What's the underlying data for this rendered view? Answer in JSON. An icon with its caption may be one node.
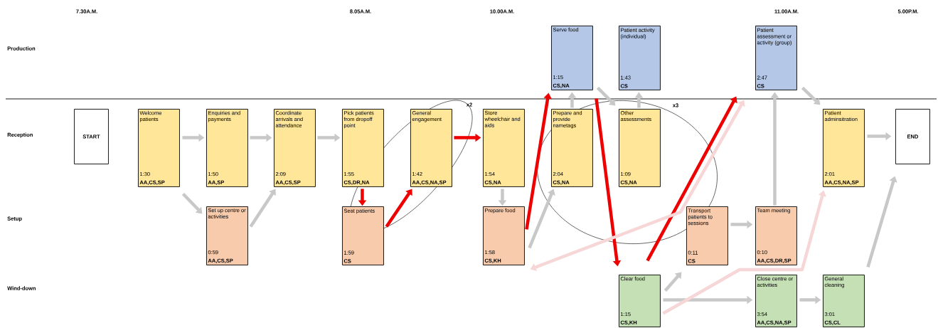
{
  "diagram": {
    "nodes": [
      {
        "text": [
          "START"
        ]
      },
      {
        "text": [
          "Welcome patients",
          "1:30",
          "AA,CS,SP"
        ]
      },
      {
        "text": [
          "Enquiries and payments",
          "1:50",
          "AA,SP"
        ]
      },
      {
        "text": [
          "Coordinate arrivals and attendance",
          "2:09",
          "AA,CS,SP"
        ]
      },
      {
        "text": [
          "Pick patients from dropoff point",
          "1:55",
          "CS,DR,NA"
        ]
      },
      {
        "text": [
          "General engagement",
          "1:42",
          "AA,CS,NA,SP"
        ]
      },
      {
        "text": [
          "Store wheelchair and aids",
          "1:54",
          "CS,NA"
        ]
      },
      {
        "text": [
          "Serve food",
          "1:15",
          "CS,NA"
        ]
      },
      {
        "text": [
          "Patient activity (individual)",
          "1:43",
          "CS"
        ]
      },
      {
        "text": [
          "Patient assessment or activity (group)",
          "2:47",
          "CS"
        ]
      },
      {
        "text": [
          "Prepare and provide nametags",
          "2:04",
          "CS,NA"
        ]
      },
      {
        "text": [
          "Other assessments",
          "1:09",
          "CS,NA"
        ]
      },
      {
        "text": [
          "Patient adminsitration",
          "2:01",
          "AA,CS,NA,SP"
        ]
      },
      {
        "text": [
          "END"
        ]
      },
      {
        "text": [
          "Set up centre or activities",
          "0:59",
          "AA,CS,SP"
        ]
      },
      {
        "text": [
          "Seat patients",
          "1:59",
          "CS"
        ]
      },
      {
        "text": [
          "Prepare food",
          "1:58",
          "CS,KH"
        ]
      },
      {
        "text": [
          "Transport patients to sessions",
          "0:11",
          "CS"
        ]
      },
      {
        "text": [
          "Team meeting",
          "0:10",
          "AA,CS,DR,SP"
        ]
      },
      {
        "text": [
          "Clear food",
          "1:15",
          "CS,KH"
        ]
      },
      {
        "text": [
          "Close centre or activities",
          "3:54",
          "AA,CS,NA,SP"
        ]
      },
      {
        "text": [
          "General cleaning",
          "3:01",
          "CS,CL"
        ]
      }
    ],
    "edges": [
      {
        "from": 1,
        "to": 2,
        "arrow": "to"
      },
      {
        "from": 2,
        "to": 3,
        "arrow": "to"
      },
      {
        "from": 3,
        "to": 4,
        "arrow": "to"
      },
      {
        "from": 1,
        "to": 14,
        "arrow": "to"
      },
      {
        "from": 14,
        "to": 3,
        "arrow": "to"
      },
      {
        "from": 4,
        "to": 15,
        "arrow": "to",
        "color": "#ee0000"
      },
      {
        "from": 15,
        "to": 5,
        "arrow": "to",
        "color": "#ee0000"
      },
      {
        "from": 5,
        "to": 6,
        "arrow": "to",
        "color": "#ee0000"
      },
      {
        "from": 6,
        "to": 16,
        "arrow": "to"
      },
      {
        "from": 16,
        "to": 10,
        "arrow": "to"
      },
      {
        "from": 16,
        "to": 7,
        "arrow": "to",
        "color": "#ee0000"
      },
      {
        "from": 10,
        "to": 7,
        "arrow": "to"
      },
      {
        "from": 7,
        "to": 11,
        "arrow": "to"
      },
      {
        "from": 7,
        "to": 19,
        "arrow": "to",
        "color": "#ee0000"
      },
      {
        "from": 11,
        "to": 8,
        "arrow": "to"
      },
      {
        "from": 19,
        "to": 9,
        "arrow": "to",
        "color": "#ee0000"
      },
      {
        "from": 16,
        "to": 9,
        "arrow": "both",
        "color": "#f6d6d6"
      },
      {
        "from": 19,
        "to": 17,
        "arrow": "to"
      },
      {
        "from": 19,
        "to": 20,
        "arrow": "to"
      },
      {
        "from": 19,
        "to": 12,
        "arrow": "to",
        "color": "#f6d6d6"
      },
      {
        "from": 17,
        "to": 18,
        "arrow": "to"
      },
      {
        "from": 18,
        "to": 9,
        "arrow": "to"
      },
      {
        "from": 9,
        "to": 12,
        "arrow": "to"
      },
      {
        "from": 12,
        "to": 13,
        "arrow": "to"
      },
      {
        "from": 20,
        "to": 21,
        "arrow": "to"
      },
      {
        "from": 21,
        "to": 13,
        "arrow": "to"
      }
    ],
    "labels": [
      "7.30A.M.",
      "8.05A.M.",
      "10.00A.M.",
      "11.00A.M.",
      "5.00P.M.",
      "Production",
      "x2",
      "x3",
      "Reception",
      "Setup",
      "Wind-down"
    ]
  }
}
